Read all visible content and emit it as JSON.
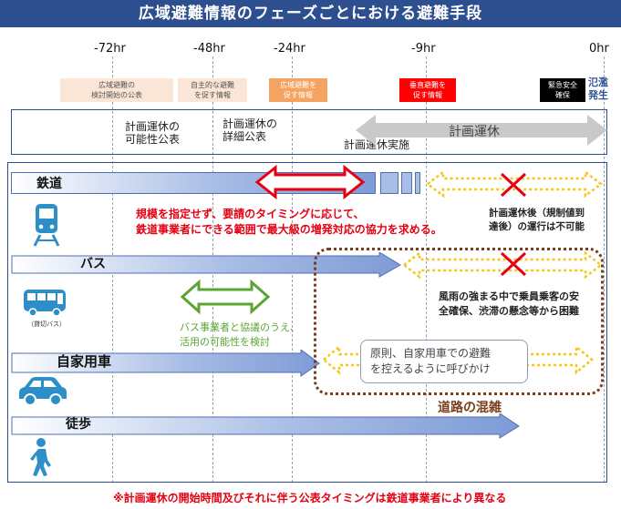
{
  "title": "広域避難情報のフェーズごとにおける避難手段",
  "timeline": [
    {
      "label": "-72hr"
    },
    {
      "label": "-48hr"
    },
    {
      "label": "-24hr"
    },
    {
      "label": "-9hr"
    },
    {
      "label": "0hr"
    }
  ],
  "phases": [
    {
      "text": "広域避難の\n検討開始の公表",
      "bg": "#fbe5d6",
      "fg": "#555555"
    },
    {
      "text": "自主的な避難\nを促す情報",
      "bg": "#fbe5d6",
      "fg": "#555555"
    },
    {
      "text": "広域避難を\n促す情報",
      "bg": "#f4a460",
      "fg": "#ffffff"
    },
    {
      "text": "垂直避難を\n促す情報",
      "bg": "#ff0000",
      "fg": "#ffffff"
    },
    {
      "text": "緊急安全\n確保",
      "bg": "#000000",
      "fg": "#ffffff"
    }
  ],
  "flood": "氾濫\n発生",
  "plan_notes": {
    "possibility": "計画運休の\n可能性公表",
    "detail": "計画運休の\n詳細公表",
    "implement": "計画運休実施",
    "arrow": "計画運休"
  },
  "modes": {
    "rail": "鉄道",
    "bus": "バス",
    "car": "自家用車",
    "walk": "徒歩"
  },
  "icons": {
    "train": "train-icon",
    "bus": "bus-icon",
    "car": "car-icon",
    "walker": "walker-icon",
    "bus_caption": "（貸切バス）"
  },
  "rail_notes": {
    "red": "規模を指定せず、要請のタイミングに応じて、\n鉄道事業者にできる範囲で最大級の増発対応の協力を求める。",
    "after": "計画運休後（規制値到\n達後）の運行は不可能"
  },
  "bus_notes": {
    "green": "バス事業者と協議のうえ、\n活用の可能性を検討",
    "risk": "風雨の強まる中で乗員乗客の安\n全確保、渋滞の懸念等から困難"
  },
  "car_note": "原則、自家用車での避難\nを控えるように呼びかけ",
  "congestion": "道路の混雑",
  "footnote": "※計画運休の開始時間及びそれに伴う公表タイミングは鉄道事業者により異なる",
  "colors": {
    "title_bg": "#2e4f8f",
    "accent_red": "#e60012",
    "green": "#5aa532",
    "yellow": "#f5c518",
    "brown": "#7a3e1d"
  }
}
